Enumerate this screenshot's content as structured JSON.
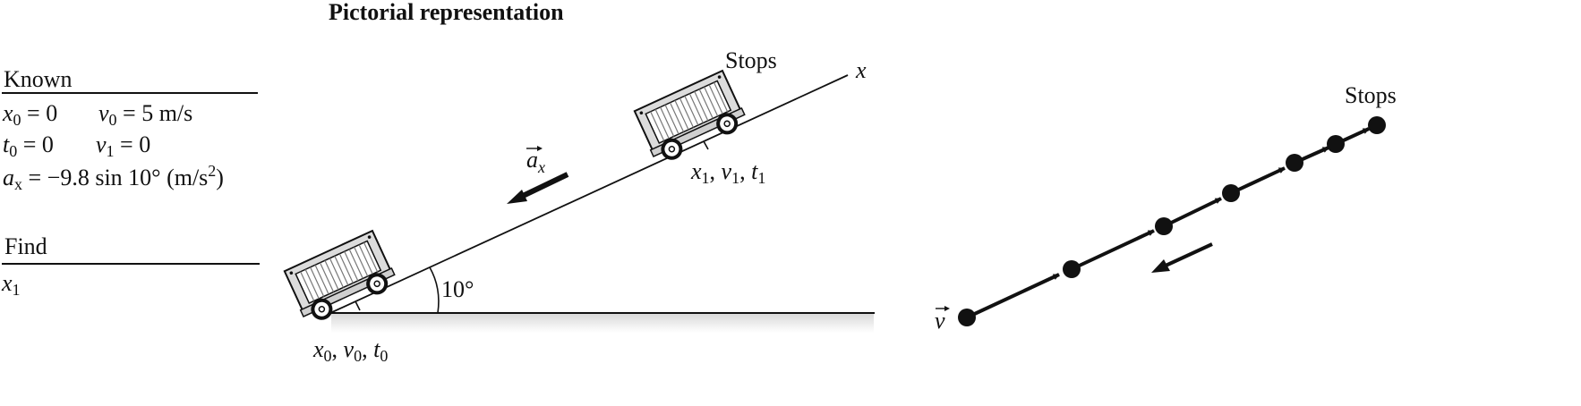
{
  "title": "Pictorial representation",
  "known": {
    "heading": "Known",
    "line1a": {
      "sym": "x",
      "sub": "0",
      "rest": " = 0"
    },
    "line1b": {
      "sym": "v",
      "sub": "0",
      "rest": " = 5 m/s"
    },
    "line2a": {
      "sym": "t",
      "sub": "0",
      "rest": " = 0"
    },
    "line2b": {
      "sym": "v",
      "sub": "1",
      "rest": " = 0"
    },
    "line3": {
      "sym": "a",
      "sub": "x",
      "rest": " = −9.8 sin 10° (m/s",
      "sup": "2",
      "close": ")"
    }
  },
  "find": {
    "heading": "Find",
    "sym": "x",
    "sub": "1"
  },
  "ramp": {
    "axis_label": "x",
    "angle_label": "10°",
    "top_label": "Stops",
    "accel_sym": "a",
    "accel_sub": "x",
    "top_point": {
      "x": "x",
      "x_sub": "1",
      "v": "v",
      "v_sub": "1",
      "t": "t",
      "t_sub": "1"
    },
    "bottom_point": {
      "x": "x",
      "x_sub": "0",
      "v": "v",
      "v_sub": "0",
      "t": "t",
      "t_sub": "0"
    }
  },
  "motion_diagram": {
    "stops_label": "Stops",
    "velocity_sym": "v"
  }
}
